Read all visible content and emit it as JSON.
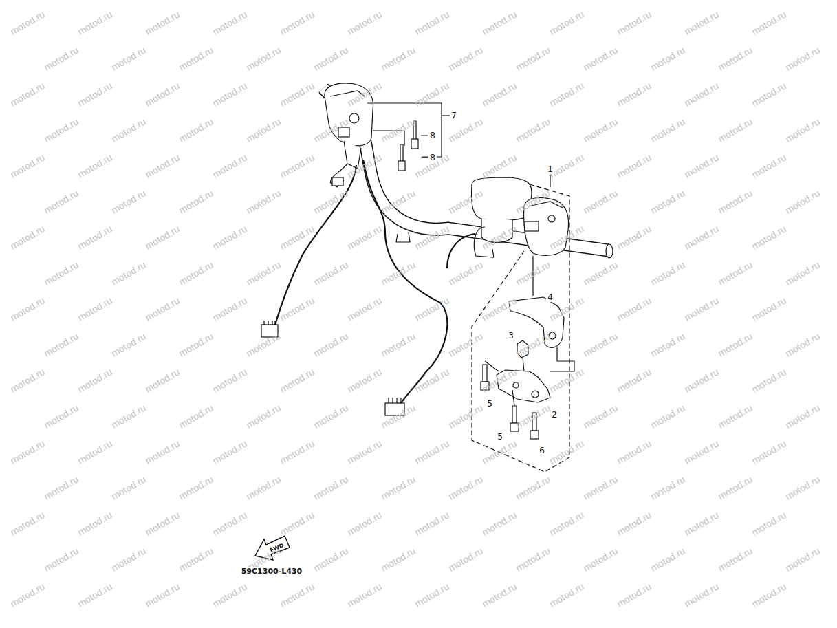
{
  "diagram": {
    "labels": [
      "7",
      "8",
      "8",
      "1",
      "4",
      "3",
      "2",
      "5",
      "5",
      "6",
      "FWD",
      "59C1300-L430",
      "motod.ru",
      "motod.ru",
      "motod.ru",
      "motod.ru",
      "motod.ru",
      "motod.ru",
      "motod.ru",
      "motod.ru",
      "motod.ru",
      "motod.ru",
      "motod.ru",
      "motod.ru",
      "motod.ru",
      "motod.ru",
      "motod.ru",
      "motod.ru",
      "motod.ru",
      "motod.ru",
      "motod.ru",
      "motod.ru",
      "motod.ru",
      "motod.ru",
      "motod.ru",
      "motod.ru",
      "motod.ru",
      "motod.ru",
      "motod.ru",
      "motod.ru",
      "motod.ru",
      "motod.ru",
      "motod.ru",
      "motod.ru",
      "motod.ru",
      "motod.ru",
      "motod.ru",
      "motod.ru",
      "motod.ru",
      "motod.ru",
      "motod.ru",
      "motod.ru",
      "motod.ru",
      "motod.ru",
      "motod.ru",
      "motod.ru",
      "motod.ru",
      "motod.ru",
      "motod.ru",
      "motod.ru",
      "motod.ru",
      "motod.ru",
      "motod.ru",
      "motod.ru",
      "motod.ru",
      "motod.ru",
      "motod.ru",
      "motod.ru",
      "motod.ru",
      "motod.ru",
      "motod.ru",
      "motod.ru",
      "motod.ru",
      "motod.ru",
      "motod.ru",
      "motod.ru",
      "motod.ru",
      "motod.ru",
      "motod.ru",
      "motod.ru",
      "motod.ru",
      "motod.ru",
      "motod.ru",
      "motod.ru",
      "motod.ru",
      "motod.ru",
      "motod.ru",
      "motod.ru",
      "motod.ru",
      "motod.ru",
      "motod.ru",
      "motod.ru",
      "motod.ru",
      "motod.ru",
      "motod.ru",
      "motod.ru",
      "motod.ru",
      "motod.ru",
      "motod.ru",
      "motod.ru",
      "motod.ru",
      "motod.ru",
      "motod.ru",
      "motod.ru",
      "motod.ru",
      "motod.ru",
      "motod.ru",
      "motod.ru",
      "motod.ru",
      "motod.ru",
      "motod.ru",
      "motod.ru",
      "motod.ru",
      "motod.ru",
      "motod.ru",
      "motod.ru",
      "motod.ru",
      "motod.ru",
      "motod.ru",
      "motod.ru",
      "motod.ru",
      "motod.ru",
      "motod.ru",
      "motod.ru",
      "motod.ru",
      "motod.ru",
      "motod.ru",
      "motod.ru",
      "motod.ru",
      "motod.ru",
      "motod.ru",
      "motod.ru",
      "motod.ru",
      "motod.ru",
      "motod.ru",
      "motod.ru",
      "motod.ru",
      "motod.ru",
      "motod.ru",
      "motod.ru",
      "motod.ru",
      "motod.ru",
      "motod.ru",
      "motod.ru",
      "motod.ru",
      "motod.ru",
      "motod.ru",
      "motod.ru",
      "motod.ru",
      "motod.ru",
      "motod.ru",
      "motod.ru",
      "motod.ru",
      "motod.ru",
      "motod.ru",
      "motod.ru",
      "motod.ru",
      "motod.ru",
      "motod.ru",
      "motod.ru",
      "motod.ru",
      "motod.ru",
      "motod.ru",
      "motod.ru",
      "motod.ru",
      "motod.ru",
      "motod.ru",
      "motod.ru",
      "motod.ru",
      "motod.ru",
      "motod.ru",
      "motod.ru",
      "motod.ru",
      "motod.ru",
      "motod.ru",
      "motod.ru",
      "motod.ru",
      "motod.ru",
      "motod.ru",
      "motod.ru",
      "motod.ru",
      "motod.ru",
      "motod.ru",
      "motod.ru",
      "motod.ru",
      "motod.ru",
      "motod.ru",
      "motod.ru",
      "motod.ru",
      "motod.ru",
      "motod.ru",
      "motod.ru",
      "motod.ru",
      "motod.ru",
      "motod.ru",
      "motod.ru",
      "motod.ru",
      "motod.ru",
      "motod.ru",
      "motod.ru",
      "motod.ru",
      "motod.ru",
      "motod.ru",
      "motod.ru",
      "motod.ru",
      "motod.ru",
      "motod.ru",
      "motod.ru",
      "motod.ru",
      "motod.ru",
      "motod.ru",
      "motod.ru",
      "motod.ru",
      "motod.ru",
      "motod.ru",
      "motod.ru"
    ]
  }
}
